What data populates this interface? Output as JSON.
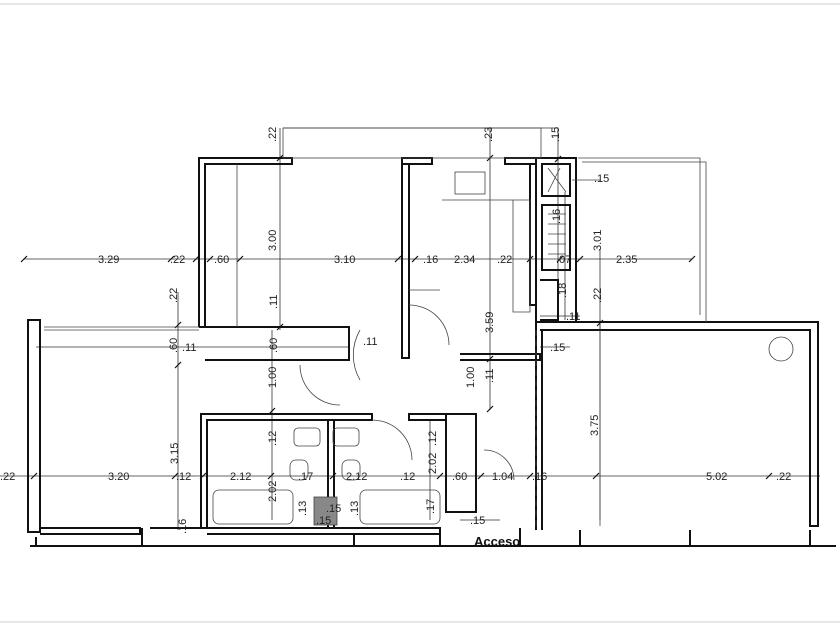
{
  "plan": {
    "access_label": "Acceso",
    "dimensions": {
      "d_0_22": ".22",
      "d_0_23": ".23",
      "d_0_15": ".15",
      "d_3_29": "3.29",
      "d_0_22b": ".22",
      "d_0_60": ".60",
      "d_3_00": "3.00",
      "d_3_10": "3.10",
      "d_0_16": ".16",
      "d_2_34": "2.34",
      "d_0_22c": ".22",
      "d_0_07": ".07",
      "d_3_01": "3.01",
      "d_2_35": "2.35",
      "d_0_15b": ".15",
      "d_0_16b": ".16",
      "d_0_22d": ".22",
      "d_0_11": ".11",
      "d_3_59": "3.59",
      "d_0_18": ".18",
      "d_0_22e": ".22",
      "d_0_11b": ".11",
      "d_0_60b": ".60",
      "d_0_11c": ".11",
      "d_0_60c": ".60",
      "d_0_11d": ".11",
      "d_0_15c": ".15",
      "d_1_00": "1.00",
      "d_1_00b": "1.00",
      "d_0_11e": ".11",
      "d_3_75": "3.75",
      "d_0_12": ".12",
      "d_0_12b": ".12",
      "d_3_15": "3.15",
      "d_0_22f": ".22",
      "d_3_20": "3.20",
      "d_0_12c": ".12",
      "d_2_12": "2.12",
      "d_0_17": ".17",
      "d_2_12b": "2.12",
      "d_0_12d": ".12",
      "d_2_02": "2.02",
      "d_0_60d": ".60",
      "d_1_04": "1.04",
      "d_0_16c": ".16",
      "d_5_02": "5.02",
      "d_0_22g": ".22",
      "d_2_02b": "2.02",
      "d_0_17b": ".17",
      "d_0_13": ".13",
      "d_0_15d": ".15",
      "d_0_15e": ".15",
      "d_0_13b": ".13",
      "d_0_15f": ".15",
      "d_0_16d": ".16"
    }
  }
}
